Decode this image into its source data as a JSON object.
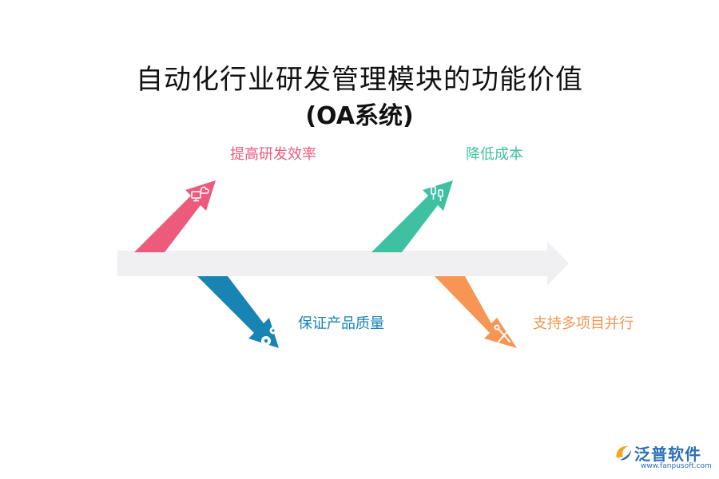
{
  "title": {
    "line1": "自动化行业研发管理模块的功能价值",
    "line2": "(OA系统)"
  },
  "branches": [
    {
      "label": "提高研发效率",
      "color": "#ec5a7c",
      "icon": "cloud-computer-icon"
    },
    {
      "label": "降低成本",
      "color": "#3fc1a1",
      "icon": "usb-plug-icon"
    },
    {
      "label": "保证产品质量",
      "color": "#1784b4",
      "icon": "gears-icon"
    },
    {
      "label": "支持多项目并行",
      "color": "#f79554",
      "icon": "tools-icon"
    }
  ],
  "spine_color": "#f0f0f2",
  "logo": {
    "name": "泛普软件",
    "url": "www.fanpusoft.com",
    "color": "#2a6fb5"
  }
}
